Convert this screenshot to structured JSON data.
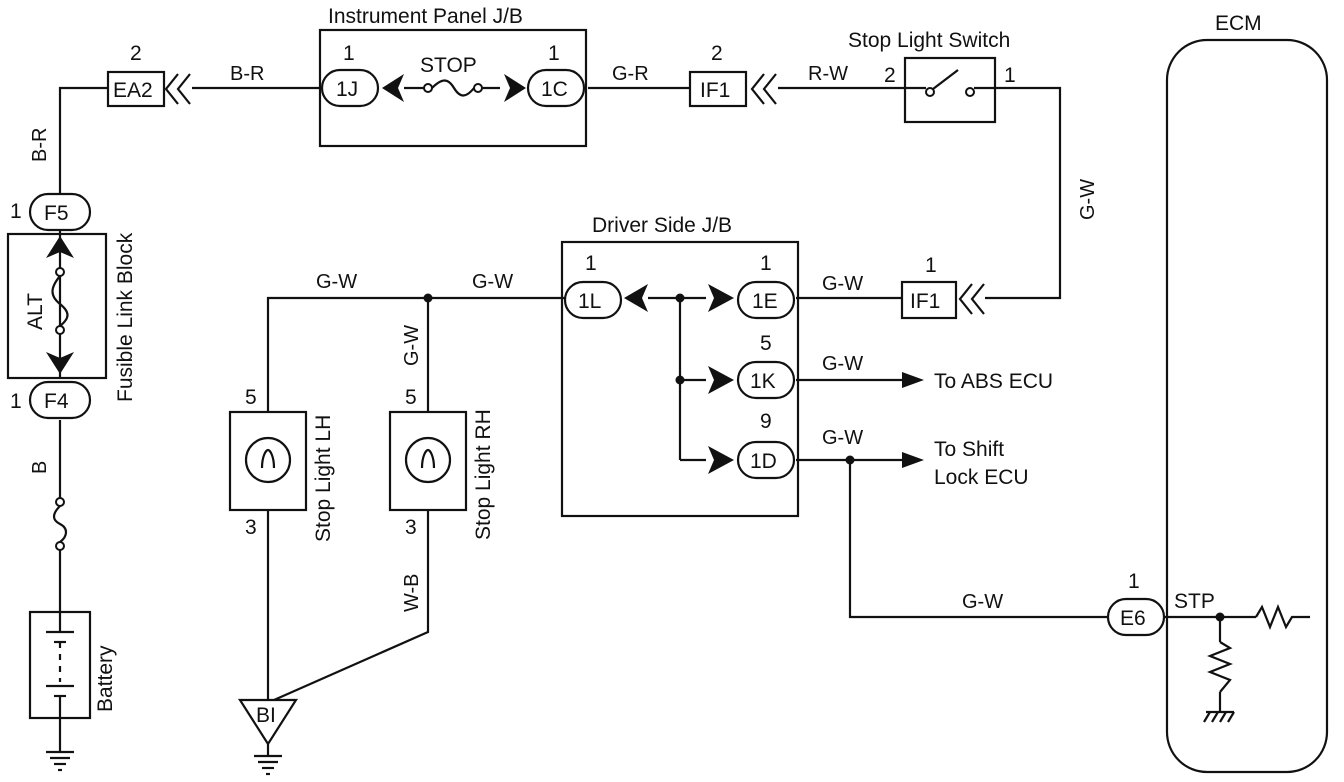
{
  "components": {
    "ecm": "ECM",
    "ecm_terminal": "STP",
    "instrument_panel_jb": "Instrument Panel J/B",
    "driver_side_jb": "Driver Side J/B",
    "stop_light_switch": "Stop Light Switch",
    "fusible_link_block": "Fusible Link Block",
    "battery": "Battery",
    "stop_light_lh": "Stop Light LH",
    "stop_light_rh": "Stop Light RH",
    "fuse_stop": "STOP",
    "fuse_alt": "ALT"
  },
  "connectors": {
    "ea2": "EA2",
    "c1j": "1J",
    "c1c": "1C",
    "if1_top": "IF1",
    "if1_mid": "IF1",
    "f5": "F5",
    "f4": "F4",
    "c1l": "1L",
    "c1e": "1E",
    "c1k": "1K",
    "c1d": "1D",
    "e6": "E6",
    "bi": "BI"
  },
  "pins": {
    "ea2": "2",
    "c1j": "1",
    "c1c": "1",
    "if1_top": "2",
    "sw_left": "2",
    "sw_right": "1",
    "f5": "1",
    "f4": "1",
    "c1l": "1",
    "c1e": "1",
    "if1_mid": "1",
    "c1k": "5",
    "c1d": "9",
    "lh_top": "5",
    "lh_bot": "3",
    "rh_top": "5",
    "rh_bot": "3",
    "e6": "1"
  },
  "wires": {
    "ea2_jb": "B-R",
    "fl_top": "B-R",
    "jb_if1": "G-R",
    "if1_sw": "R-W",
    "sw_down": "G-W",
    "lh_top": "G-W",
    "rh_join": "G-W",
    "rh_vert": "G-W",
    "e_if1": "G-W",
    "to_abs": "G-W",
    "to_shift": "G-W",
    "battery": "B",
    "rh_bottom": "W-B",
    "e6": "G-W"
  },
  "destinations": {
    "abs": "To ABS ECU",
    "shift_line1": "To Shift",
    "shift_line2": "Lock ECU"
  }
}
